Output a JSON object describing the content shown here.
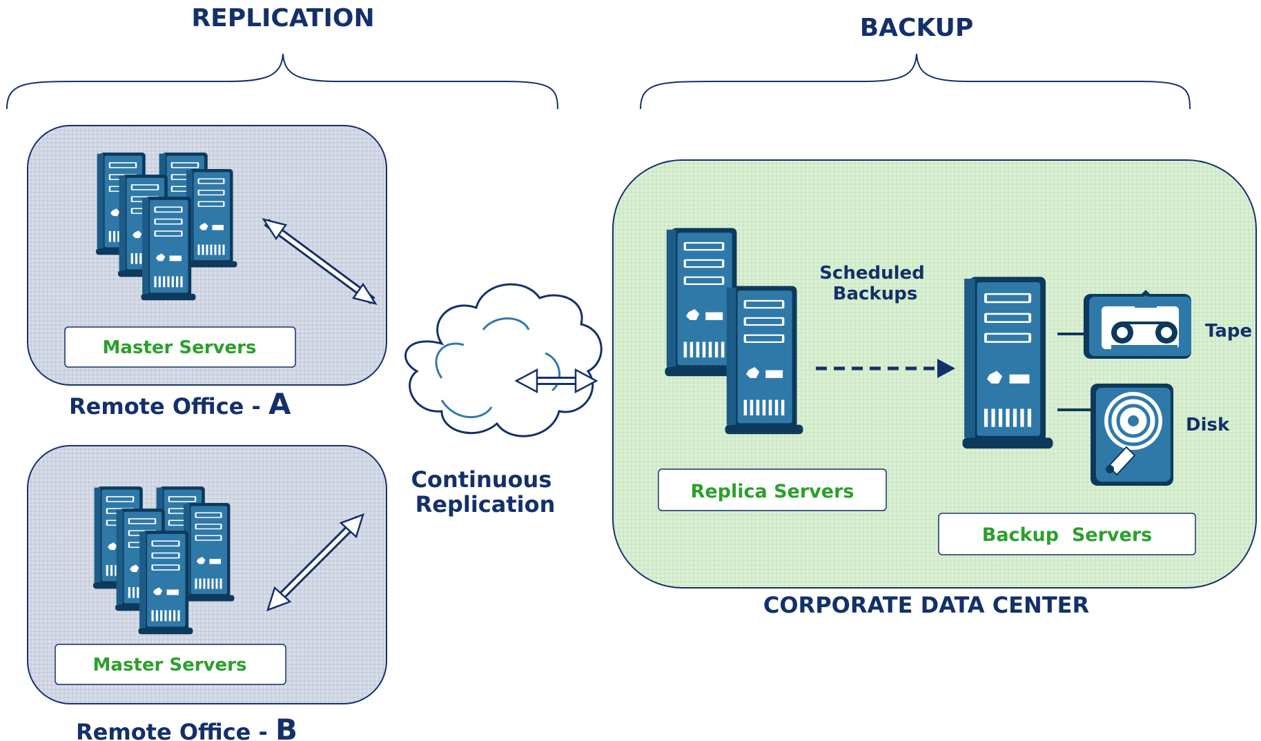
{
  "sections": {
    "replication": "REPLICATION",
    "backup": "BACKUP"
  },
  "remote_office_a": {
    "label_prefix": "Remote Office - ",
    "label_letter": "A",
    "servers_label": "Master Servers"
  },
  "remote_office_b": {
    "label_prefix": "Remote Office - ",
    "label_letter": "B",
    "servers_label": "Master Servers"
  },
  "cloud": {
    "line1": "Continuous",
    "line2": "Replication"
  },
  "data_center": {
    "title": "CORPORATE DATA CENTER",
    "replica_label": "Replica Servers",
    "backup_label": "Backup  Servers",
    "scheduled_line1": "Scheduled",
    "scheduled_line2": "Backups",
    "tape_label": "Tape",
    "disk_label": "Disk"
  },
  "icons": {
    "server": "server-tower-icon",
    "cloud": "cloud-icon",
    "tape": "tape-cassette-icon",
    "disk": "hard-disk-icon",
    "double_arrow": "double-arrow-icon"
  },
  "colors": {
    "navy": "#13306b",
    "server_blue": "#2f79a9",
    "server_dark": "#0d3a5c",
    "office_bg": "#d4dae5",
    "datacenter_bg": "#d8eed3",
    "label_green": "#2aa02a"
  }
}
